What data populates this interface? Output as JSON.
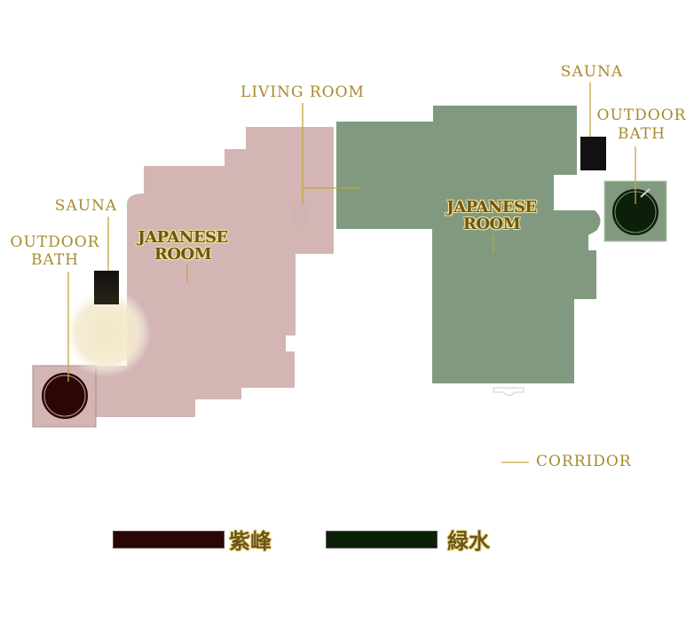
{
  "labels": {
    "living_room": "LIVING ROOM",
    "sauna_left": "SAUNA",
    "outdoor_bath_left_1": "OUTDOOR",
    "outdoor_bath_left_2": "BATH",
    "japanese_room_left_1": "JAPANESE",
    "japanese_room_left_2": "ROOM",
    "sauna_right": "SAUNA",
    "outdoor_bath_right_1": "OUTDOOR",
    "outdoor_bath_right_2": "BATH",
    "japanese_room_right_1": "JAPANESE",
    "japanese_room_right_2": "ROOM",
    "corridor": "CORRIDOR"
  },
  "legend": [
    {
      "name": "紫峰",
      "color": "#2b0606"
    },
    {
      "name": "緑水",
      "color": "#0c1f08"
    }
  ],
  "colors": {
    "shion_room": "#d3b5b4",
    "ryokusui_room": "#819a7f",
    "label_gold": "#a88a2c",
    "sauna": "#111111"
  }
}
